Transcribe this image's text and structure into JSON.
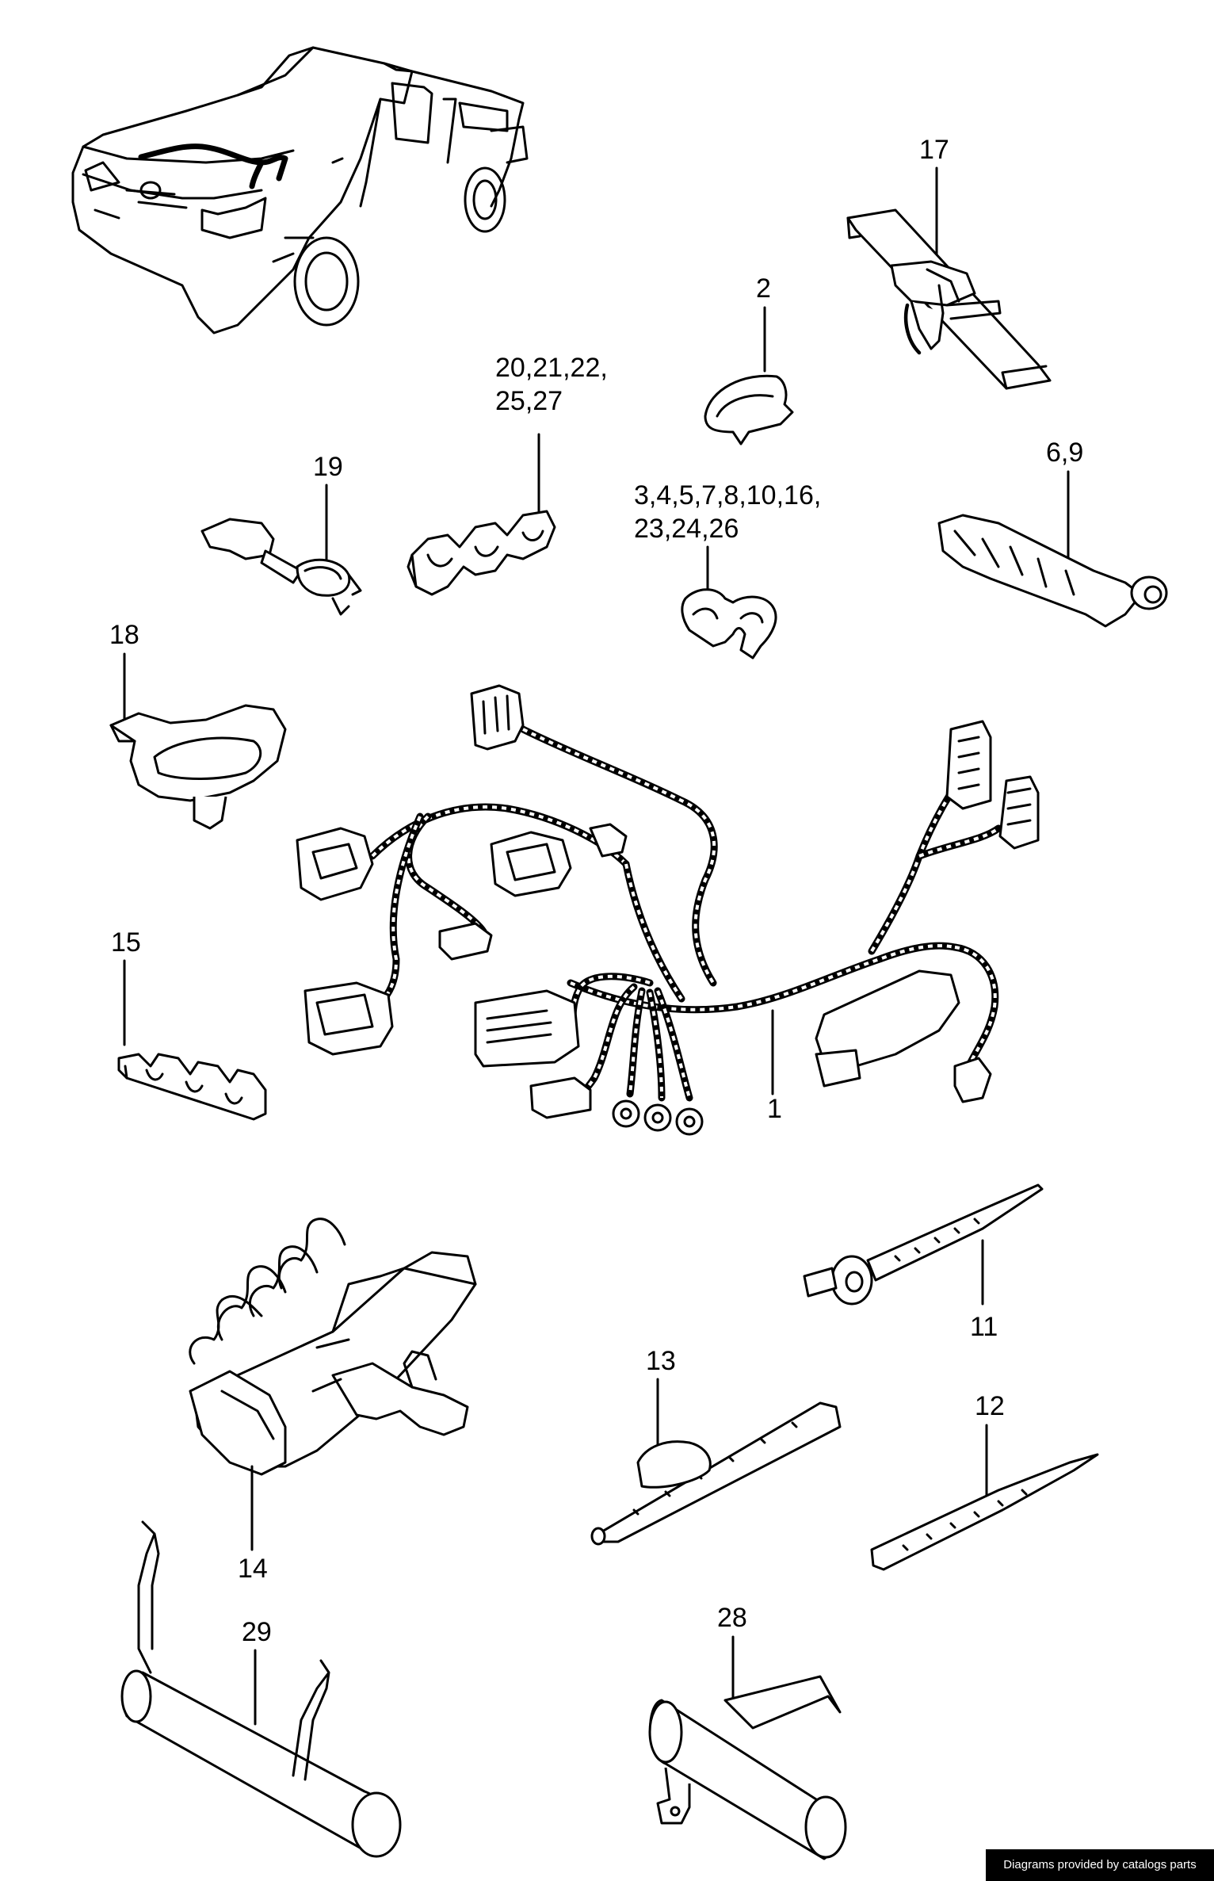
{
  "labels": {
    "p1": "1",
    "p2": "2",
    "p3": "3,4,5,7,8,10,16,",
    "p3b": "23,24,26",
    "p6": "6,9",
    "p11": "11",
    "p12": "12",
    "p13": "13",
    "p14": "14",
    "p15": "15",
    "p17": "17",
    "p18": "18",
    "p19": "19",
    "p20": "20,21,22,",
    "p20b": "25,27",
    "p28": "28",
    "p29": "29"
  },
  "footer": {
    "credit": "Diagrams provided by catalogs parts"
  }
}
